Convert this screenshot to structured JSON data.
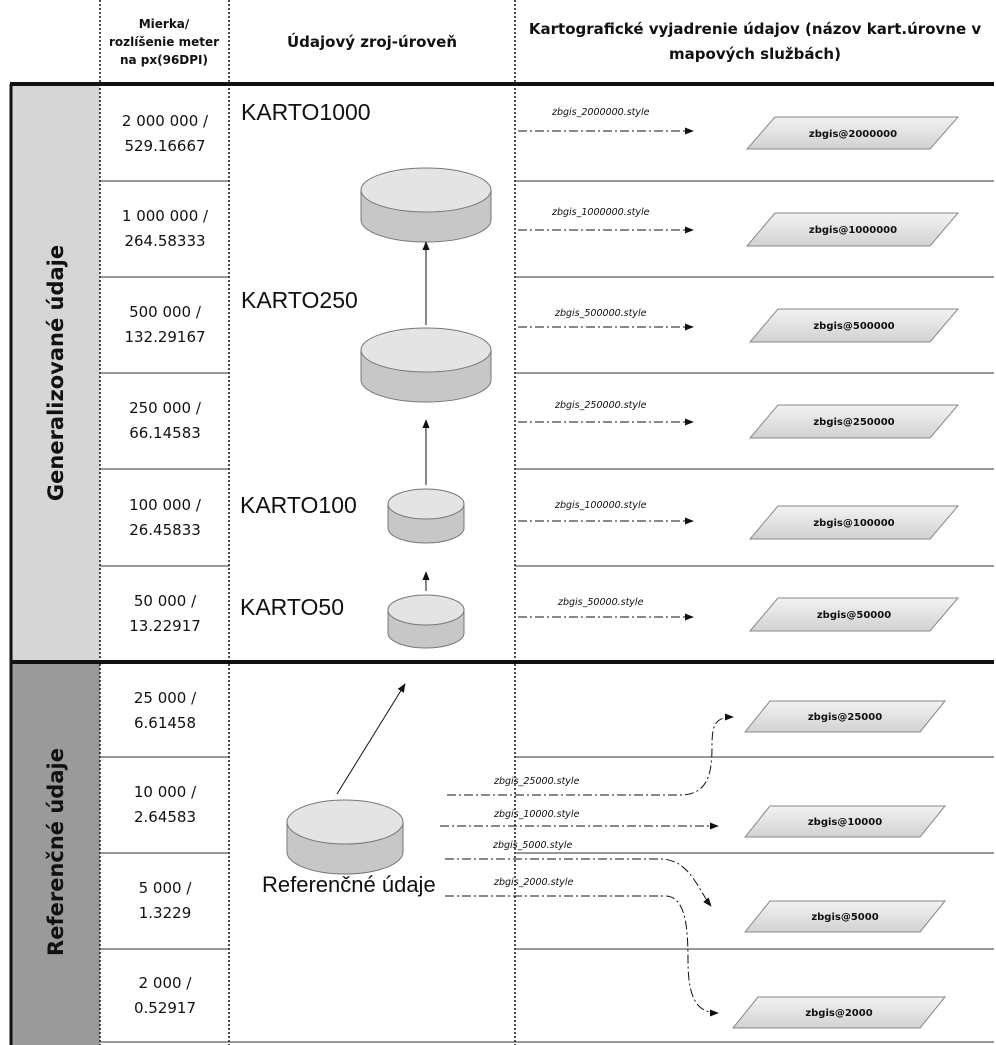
{
  "header": {
    "scale_line1": "Mierka/",
    "scale_line2": "rozlíšenie meter",
    "scale_line3": "na px(96DPI)",
    "source_level": "Údajový zroj-úroveň",
    "carto_line1": "Kartografické vyjadrenie údajov (názov kart.úrovne v",
    "carto_line2": "mapových službách)"
  },
  "bands": {
    "generalized": "Generalizované údaje",
    "reference": "Referenčné údaje"
  },
  "colors": {
    "generalized_band": "#d6d6d6",
    "reference_band": "#9a9a9a",
    "cylinder_side": "#c7c7c7",
    "cylinder_top": "#e4e4e4",
    "layer_fill": "#e6e6e6"
  },
  "rows": [
    {
      "scale": "2 000 000 /",
      "res": "529.16667"
    },
    {
      "scale": "1 000 000 /",
      "res": "264.58333"
    },
    {
      "scale": "500 000 /",
      "res": "132.29167"
    },
    {
      "scale": "250 000 /",
      "res": "66.14583"
    },
    {
      "scale": "100 000 /",
      "res": "26.45833"
    },
    {
      "scale": "50 000 /",
      "res": "13.22917"
    },
    {
      "scale": "25 000 /",
      "res": "6.61458"
    },
    {
      "scale": "10 000 /",
      "res": "2.64583"
    },
    {
      "scale": "5 000 /",
      "res": "1.3229"
    },
    {
      "scale": "2 000 /",
      "res": "0.52917"
    }
  ],
  "sources": {
    "karto1000": "KARTO1000",
    "karto250": "KARTO250",
    "karto100": "KARTO100",
    "karto50": "KARTO50",
    "reference_caption": "Referenčné údaje"
  },
  "styles": {
    "s2000000": "zbgis_2000000.style",
    "s1000000": "zbgis_1000000.style",
    "s500000": "zbgis_500000.style",
    "s250000": "zbgis_250000.style",
    "s100000": "zbgis_100000.style",
    "s50000": "zbgis_50000.style",
    "s25000": "zbgis_25000.style",
    "s10000": "zbgis_10000.style",
    "s5000": "zbgis_5000.style",
    "s2000": "zbgis_2000.style"
  },
  "layers": {
    "l2000000": "zbgis@2000000",
    "l1000000": "zbgis@1000000",
    "l500000": "zbgis@500000",
    "l250000": "zbgis@250000",
    "l100000": "zbgis@100000",
    "l50000": "zbgis@50000",
    "l25000": "zbgis@25000",
    "l10000": "zbgis@10000",
    "l5000": "zbgis@5000",
    "l2000": "zbgis@2000"
  }
}
